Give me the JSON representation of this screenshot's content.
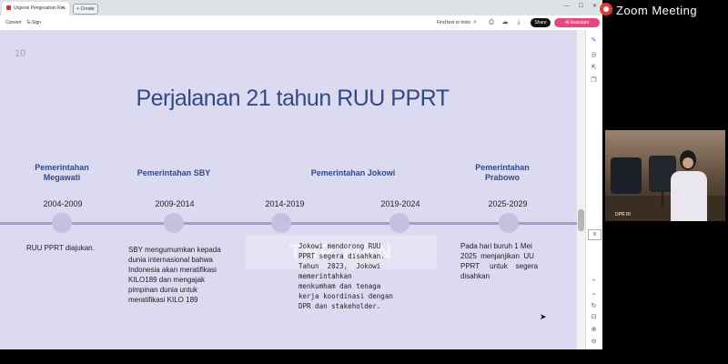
{
  "zoom": {
    "title": "Zoom Meeting",
    "participant_label": "DPR RI"
  },
  "browser": {
    "tab_title": "Urgensi Pengesahan Ra...",
    "new_tab_label": "+ Create",
    "toolbar": {
      "convert": "Convert",
      "esign": "E-Sign",
      "find_text": "Find text or tools",
      "share": "Share",
      "ai_assistant": "AI Assistant"
    },
    "page_indicator": "8"
  },
  "slide": {
    "page_number": "10",
    "title": "Perjalanan 21 tahun RUU PPRT",
    "eras": [
      {
        "name": "Pemerintahan\nMegawati",
        "years": "2004-2009",
        "desc": "RUU PPRT diajukan."
      },
      {
        "name": "Pemerintahan  SBY",
        "years": "2009-2014",
        "desc": "SBY mengumumkan kepada\ndunia internasional bahwa\nIndonesia akan meratifikasi\nKILO189 dan mengajak\npimpinan dunia untuk\nmeratifikasi KILO 189"
      },
      {
        "name": "",
        "years": "2014-2019",
        "desc": ""
      },
      {
        "name": "Pemerintahan  Jokowi",
        "years": "2019-2024",
        "desc": "Jokowi mendorong RUU\nPPRT segera disahkan.\nTahun  2023,  Jokowi\nmemerintahkan\nmenkumham dan tenaga\nkerja koordinasi dengan\nDPR dan stakeholder."
      },
      {
        "name": "Pemerintahan\nPrabowo",
        "years": "2025-2029",
        "desc": "Pada hari buruh 1 Mei\n2025  menjanjikan  UU\nPPRT     untuk    segera\ndisahkan"
      }
    ],
    "watermark": "TNR  MEN"
  }
}
